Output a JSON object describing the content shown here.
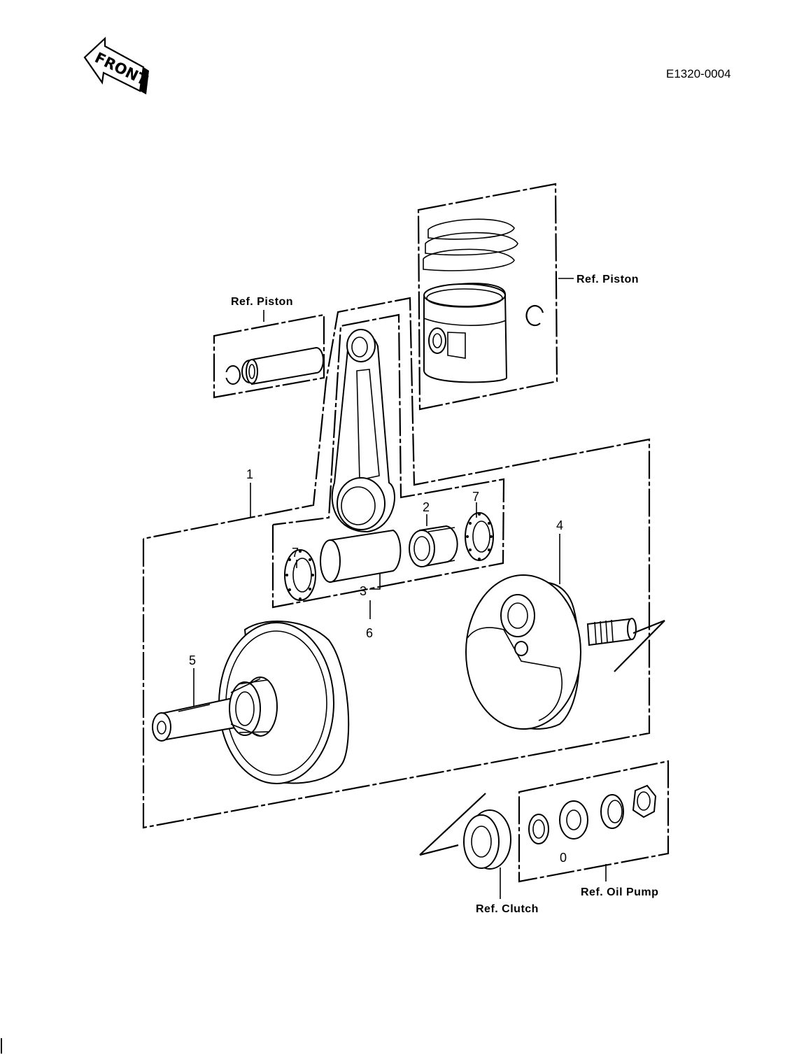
{
  "diagram": {
    "front_arrow_label": "FRONT",
    "drawing_code": "E1320-0004",
    "ref_labels": {
      "piston_pin": "Ref. Piston",
      "piston_rings": "Ref. Piston",
      "oil_pump": "Ref. Oil Pump",
      "clutch": "Ref. Clutch"
    },
    "callouts": {
      "crankshaft_assy": "1",
      "bearing": "2",
      "crank_pin": "3",
      "flywheel_right": "4",
      "flywheel_left": "5",
      "rod_kit": "6",
      "washer_left": "7",
      "washer_right": "7",
      "small_mark": "0"
    }
  }
}
